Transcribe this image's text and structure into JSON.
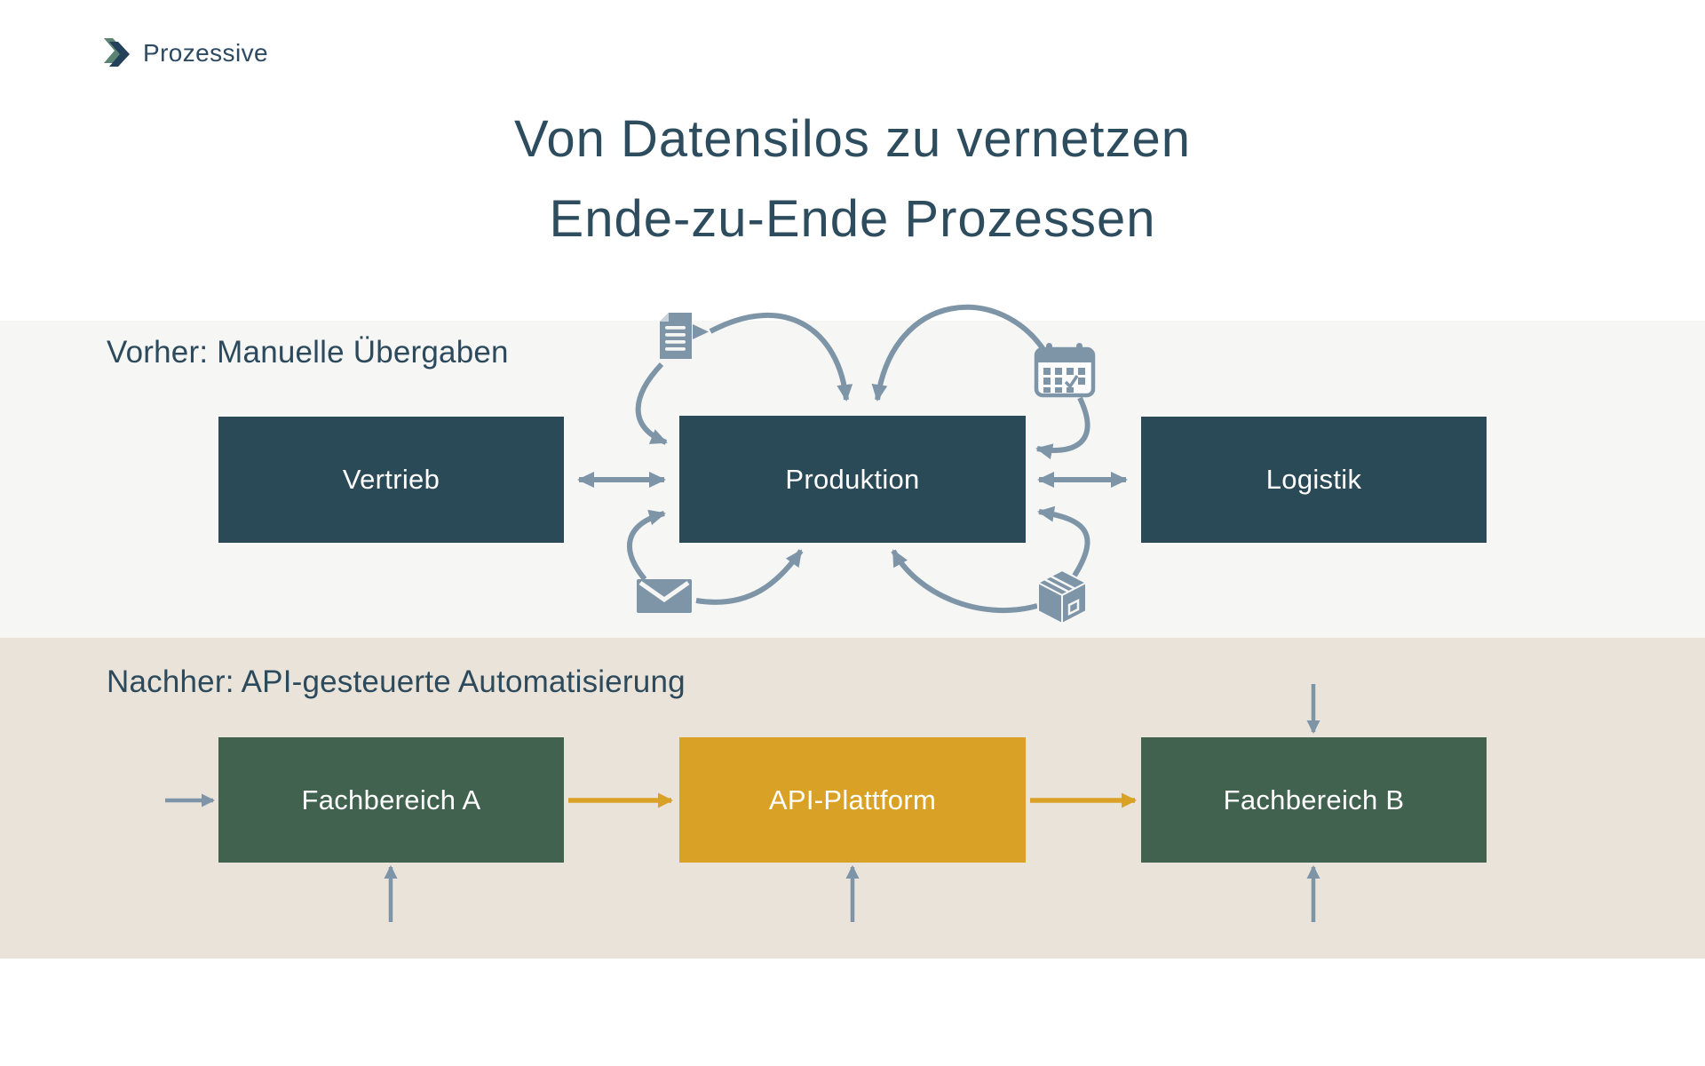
{
  "logo": {
    "text": "Prozessive",
    "icon": "chevron-arrow"
  },
  "title": {
    "line1": "Von Datensilos zu vernetzen",
    "line2": "Ende-zu-Ende Prozessen"
  },
  "before": {
    "heading": "Vorher: Manuelle Übergaben",
    "boxes": [
      {
        "label": "Vertrieb"
      },
      {
        "label": "Produktion"
      },
      {
        "label": "Logistik"
      }
    ],
    "icons": [
      "document-icon",
      "calendar-icon",
      "envelope-icon",
      "package-icon"
    ],
    "arrows": [
      "vertrieb-produktion-bidirectional",
      "produktion-logistik-bidirectional",
      "document-to-produktion-top",
      "document-to-produktion-left",
      "calendar-to-produktion-top",
      "calendar-to-produktion-right",
      "envelope-to-produktion-left",
      "envelope-to-produktion-bottom",
      "package-to-produktion-bottom",
      "package-to-produktion-right"
    ]
  },
  "after": {
    "heading": "Nachher: API-gesteuerte Automatisierung",
    "boxes": [
      {
        "label": "Fachbereich A"
      },
      {
        "label": "API-Plattform"
      },
      {
        "label": "Fachbereich B"
      }
    ],
    "arrows": [
      "in-to-fachbereich-a",
      "fachbereich-a-to-api",
      "api-to-fachbereich-b",
      "up-into-fachbereich-a",
      "up-into-api",
      "down-into-fachbereich-b",
      "up-into-fachbereich-b"
    ]
  },
  "colors": {
    "title_text": "#2D4D5F",
    "heading_text": "#2C4A5B",
    "box_dark_teal": "#2B4A58",
    "box_green": "#40624F",
    "box_gold": "#D9A125",
    "arrow_gray": "#7E95A7",
    "section_before_bg": "#F6F6F5",
    "section_after_bg": "#E9E3DA",
    "logo_green": "#5C8271",
    "logo_navy": "#24415B"
  }
}
